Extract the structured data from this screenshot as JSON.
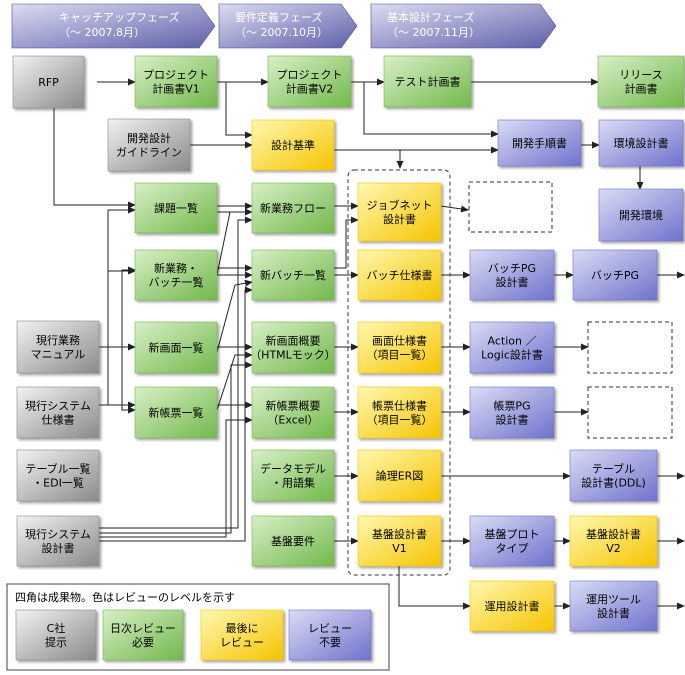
{
  "phases": [
    {
      "id": "p1",
      "lines": [
        "キャッチアップフェーズ",
        "（～ 2007.8月）"
      ]
    },
    {
      "id": "p2",
      "lines": [
        "要件定義フェーズ",
        "（～ 2007.10月）"
      ]
    },
    {
      "id": "p3",
      "lines": [
        "基本設計フェーズ",
        "（～ 2007.11月）"
      ]
    }
  ],
  "boxes": [
    {
      "id": "rfp",
      "color": "gray",
      "lines": [
        "RFP"
      ]
    },
    {
      "id": "pp1",
      "color": "green",
      "lines": [
        "プロジェクト",
        "計画書V1"
      ]
    },
    {
      "id": "pp2",
      "color": "green",
      "lines": [
        "プロジェクト",
        "計画書V2"
      ]
    },
    {
      "id": "test",
      "color": "green",
      "lines": [
        "テスト計画書"
      ]
    },
    {
      "id": "release",
      "color": "green",
      "lines": [
        "リリース",
        "計画書"
      ]
    },
    {
      "id": "guide",
      "color": "gray",
      "lines": [
        "開発設計",
        "ガイドライン"
      ]
    },
    {
      "id": "std",
      "color": "yellow",
      "lines": [
        "設計基準"
      ]
    },
    {
      "id": "devproc",
      "color": "blue",
      "lines": [
        "開発手順書"
      ]
    },
    {
      "id": "envdesign",
      "color": "blue",
      "lines": [
        "環境設計書"
      ]
    },
    {
      "id": "devenv",
      "color": "blue",
      "lines": [
        "開発環境"
      ]
    },
    {
      "id": "issues",
      "color": "green",
      "lines": [
        "課題一覧"
      ]
    },
    {
      "id": "newflow",
      "color": "green",
      "lines": [
        "新業務フロー"
      ]
    },
    {
      "id": "jobnet",
      "color": "yellow",
      "lines": [
        "ジョブネット",
        "設計書"
      ]
    },
    {
      "id": "bizbatch",
      "color": "green",
      "lines": [
        "新業務・",
        "バッチ一覧"
      ]
    },
    {
      "id": "newbatch",
      "color": "green",
      "lines": [
        "新バッチ一覧"
      ]
    },
    {
      "id": "batchspec",
      "color": "yellow",
      "lines": [
        "バッチ仕様書"
      ]
    },
    {
      "id": "batchpgdes",
      "color": "blue",
      "lines": [
        "バッチPG",
        "設計書"
      ]
    },
    {
      "id": "batchpg",
      "color": "blue",
      "lines": [
        "バッチPG"
      ]
    },
    {
      "id": "manual",
      "color": "gray",
      "lines": [
        "現行業務",
        "マニュアル"
      ]
    },
    {
      "id": "screens",
      "color": "green",
      "lines": [
        "新画面一覧"
      ]
    },
    {
      "id": "screenov",
      "color": "green",
      "lines": [
        "新画面概要",
        "（HTMLモック）"
      ]
    },
    {
      "id": "screenspec",
      "color": "yellow",
      "lines": [
        "画面仕様書",
        "（項目一覧）"
      ]
    },
    {
      "id": "action",
      "color": "blue",
      "lines": [
        "Action ／",
        "Logic設計書"
      ]
    },
    {
      "id": "sysspec",
      "color": "gray",
      "lines": [
        "現行システム",
        "仕様書"
      ]
    },
    {
      "id": "reports",
      "color": "green",
      "lines": [
        "新帳票一覧"
      ]
    },
    {
      "id": "reportov",
      "color": "green",
      "lines": [
        "新帳票概要",
        "（Excel）"
      ]
    },
    {
      "id": "reportspec",
      "color": "yellow",
      "lines": [
        "帳票仕様書",
        "（項目一覧）"
      ]
    },
    {
      "id": "reportpg",
      "color": "blue",
      "lines": [
        "帳票PG",
        "設計書"
      ]
    },
    {
      "id": "tables",
      "color": "gray",
      "lines": [
        "テーブル一覧",
        "・EDI一覧"
      ]
    },
    {
      "id": "datamodel",
      "color": "green",
      "lines": [
        "データモデル",
        "・用語集"
      ]
    },
    {
      "id": "logicer",
      "color": "yellow",
      "lines": [
        "論理ER図"
      ]
    },
    {
      "id": "tabledes",
      "color": "blue",
      "lines": [
        "テーブル",
        "設計書(DDL)"
      ]
    },
    {
      "id": "sysdes",
      "color": "gray",
      "lines": [
        "現行システム",
        "設計書"
      ]
    },
    {
      "id": "infra",
      "color": "green",
      "lines": [
        "基盤要件"
      ]
    },
    {
      "id": "basedes1",
      "color": "yellow",
      "lines": [
        "基盤設計書",
        "V1"
      ]
    },
    {
      "id": "proto",
      "color": "blue",
      "lines": [
        "基盤プロト",
        "タイプ"
      ]
    },
    {
      "id": "basedes2",
      "color": "yellow",
      "lines": [
        "基盤設計書",
        "V2"
      ]
    },
    {
      "id": "opsdes",
      "color": "yellow",
      "lines": [
        "運用設計書"
      ]
    },
    {
      "id": "opstool",
      "color": "blue",
      "lines": [
        "運用ツール",
        "設計書"
      ]
    }
  ],
  "legend": {
    "title": "四角は成果物。色はレビューのレベルを示す",
    "items": [
      {
        "color": "gray",
        "lines": [
          "C社",
          "提示"
        ]
      },
      {
        "color": "green",
        "lines": [
          "日次レビュー",
          "必要"
        ]
      },
      {
        "color": "yellow",
        "lines": [
          "最後に",
          "レビュー"
        ]
      },
      {
        "color": "blue",
        "lines": [
          "レビュー",
          "不要"
        ]
      }
    ]
  },
  "colors": {
    "gray": [
      "#f2f2f2",
      "#8a8a8a"
    ],
    "green": [
      "#d8efc6",
      "#72b84c"
    ],
    "yellow": [
      "#fff8b0",
      "#f5c400"
    ],
    "blue": [
      "#d9dcf4",
      "#6f72cc"
    ],
    "phase": [
      "#dcdcf2",
      "#5d5fa8"
    ],
    "line": "#222222"
  }
}
